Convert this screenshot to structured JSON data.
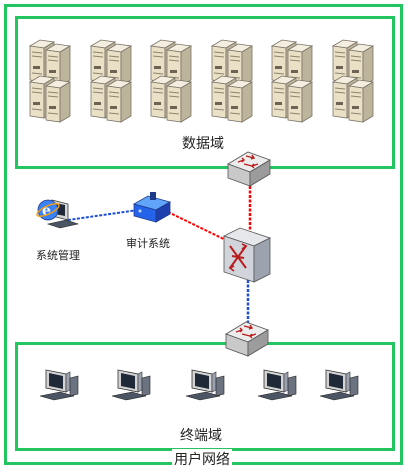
{
  "zones": {
    "outer_label": "用户网络",
    "data_label": "数据域",
    "terminal_label": "终端域"
  },
  "nodes": {
    "mgmt_label": "系统管理",
    "audit_label": "审计系统"
  },
  "colors": {
    "zone_border": "#22c55e",
    "link_red": "#ff0000",
    "link_blue": "#1d4ed8"
  }
}
